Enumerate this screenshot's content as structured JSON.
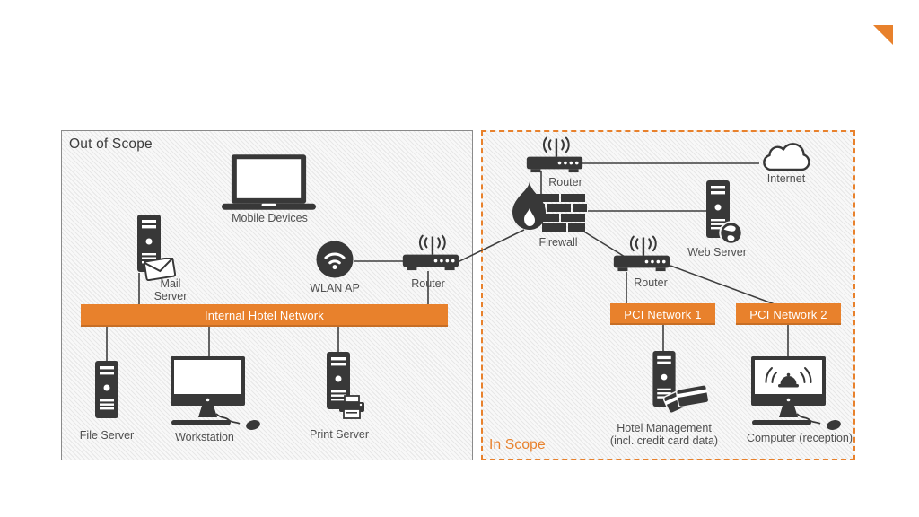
{
  "colors": {
    "accent": "#E8812C",
    "icon": "#383838",
    "line": "#3F3F3F",
    "label": "#4F4F4F"
  },
  "logo": {
    "name": "orange-corner-triangle"
  },
  "out_of_scope": {
    "title": "Out of Scope",
    "labels": {
      "mobile_devices": "Mobile Devices",
      "mail_server": "Mail\nServer",
      "wlan_ap": "WLAN AP",
      "router": "Router",
      "internal_network": "Internal Hotel Network",
      "file_server": "File Server",
      "workstation": "Workstation",
      "print_server": "Print Server"
    }
  },
  "in_scope": {
    "title": "In Scope",
    "labels": {
      "router_edge": "Router",
      "internet": "Internet",
      "firewall": "Firewall",
      "web_server": "Web Server",
      "router_internal": "Router",
      "pci_network_1": "PCI Network 1",
      "pci_network_2": "PCI Network 2",
      "hotel_management": "Hotel Management\n(incl. credit card data)",
      "computer_reception": "Computer (reception)"
    }
  }
}
